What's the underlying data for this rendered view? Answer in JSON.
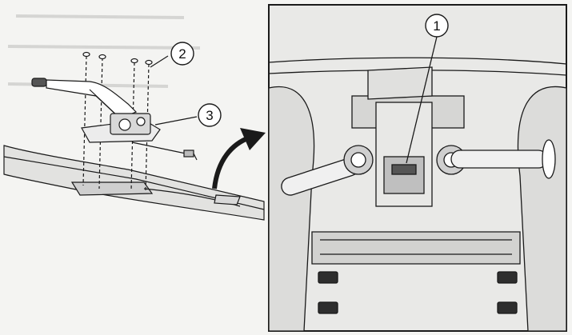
{
  "diagram": {
    "callouts": [
      {
        "id": "1",
        "label": "1"
      },
      {
        "id": "2",
        "label": "2"
      },
      {
        "id": "3",
        "label": "3"
      }
    ],
    "colors": {
      "line": "#1a1a1a",
      "shade": "#cfcfcf",
      "background": "#f4f4f2",
      "inset_fill": "#e9e9e7"
    }
  }
}
